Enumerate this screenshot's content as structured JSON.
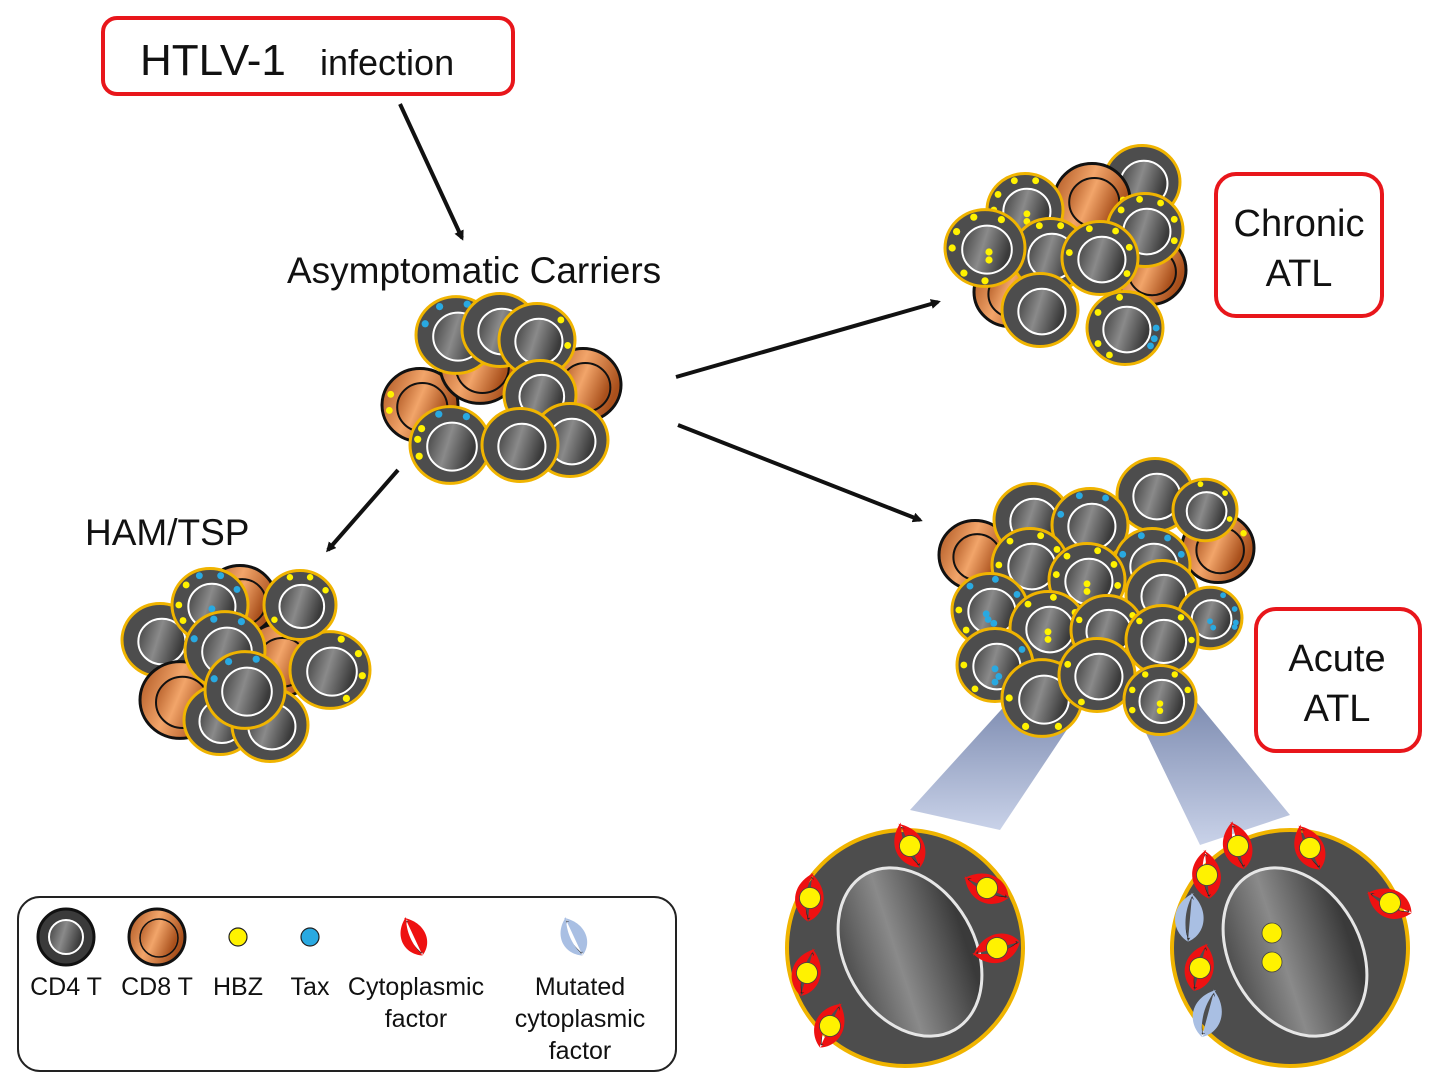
{
  "title": {
    "main": "HTLV-1",
    "sub": "infection"
  },
  "stages": {
    "carriers": "Asymptomatic Carriers",
    "ham": "HAM/TSP",
    "chronic": [
      "Chronic",
      "ATL"
    ],
    "acute": [
      "Acute",
      "ATL"
    ]
  },
  "legend": {
    "items": [
      {
        "label": [
          "CD4 T"
        ],
        "icon": "cd4-cell-icon"
      },
      {
        "label": [
          "CD8 T"
        ],
        "icon": "cd8-cell-icon"
      },
      {
        "label": [
          "HBZ"
        ],
        "icon": "hbz-dot-icon"
      },
      {
        "label": [
          "Tax"
        ],
        "icon": "tax-dot-icon"
      },
      {
        "label": [
          "Cytoplasmic",
          "factor"
        ],
        "icon": "cytoplasmic-factor-icon"
      },
      {
        "label": [
          "Mutated",
          "cytoplasmic",
          "factor"
        ],
        "icon": "mutated-factor-icon"
      }
    ]
  },
  "colors": {
    "box_border": "#e8161b",
    "cd4_fill": "#4d4d4d",
    "cd4_ring": "#f0b400",
    "cd8_fill": "#c86a2c",
    "hbz": "#fff200",
    "tax": "#29a9e1",
    "factor": "#ee1111",
    "mutated_factor": "#a9bfe3",
    "zoom_beam": "#8e9fc4"
  }
}
